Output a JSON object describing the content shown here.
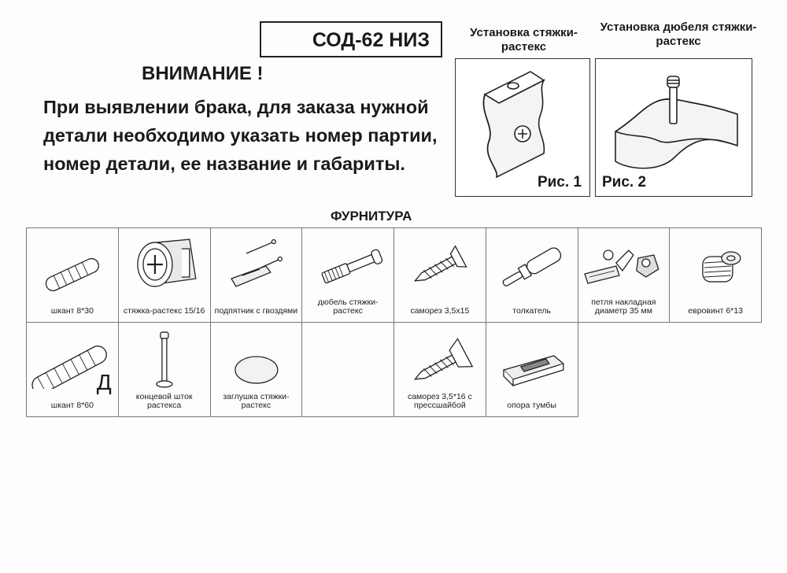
{
  "code": "СОД-62 НИЗ",
  "notice": {
    "heading": "ВНИМАНИЕ !",
    "body": "При выявлении брака, для заказа нужной детали необходимо указать номер партии, номер детали, ее название и габариты."
  },
  "figures": [
    {
      "title": "Установка стяжки-растекс",
      "label": "Рис. 1"
    },
    {
      "title": "Установка дюбеля стяжки-растекс",
      "label": "Рис. 2"
    }
  ],
  "hardware": {
    "title": "ФУРНИТУРА",
    "items": [
      {
        "label": "шкант 8*30",
        "icon": "dowel-icon"
      },
      {
        "label": "стяжка-растекс 15/16",
        "icon": "cam-lock-icon"
      },
      {
        "label": "подпятник с гвоздями",
        "icon": "glider-with-nails-icon"
      },
      {
        "label": "дюбель стяжки-растекс",
        "icon": "cam-dowel-icon"
      },
      {
        "label": "саморез 3,5x15",
        "icon": "screw-icon"
      },
      {
        "label": "толкатель",
        "icon": "push-latch-icon"
      },
      {
        "label": "петля накладная диаметр 35 мм",
        "icon": "hinge-icon"
      },
      {
        "label": "евровинт 6*13",
        "icon": "euroscrew-icon"
      },
      {
        "label": "шкант 8*60",
        "icon": "long-dowel-icon",
        "mark": "Д"
      },
      {
        "label": "концевой шток растекса",
        "icon": "end-rod-icon"
      },
      {
        "label": "заглушка стяжки-растекс",
        "icon": "cap-icon"
      },
      {
        "label": "",
        "icon": ""
      },
      {
        "label": "саморез 3,5*16 с прессшайбой",
        "icon": "washer-screw-icon"
      },
      {
        "label": "опора тумбы",
        "icon": "cabinet-foot-icon"
      }
    ]
  }
}
